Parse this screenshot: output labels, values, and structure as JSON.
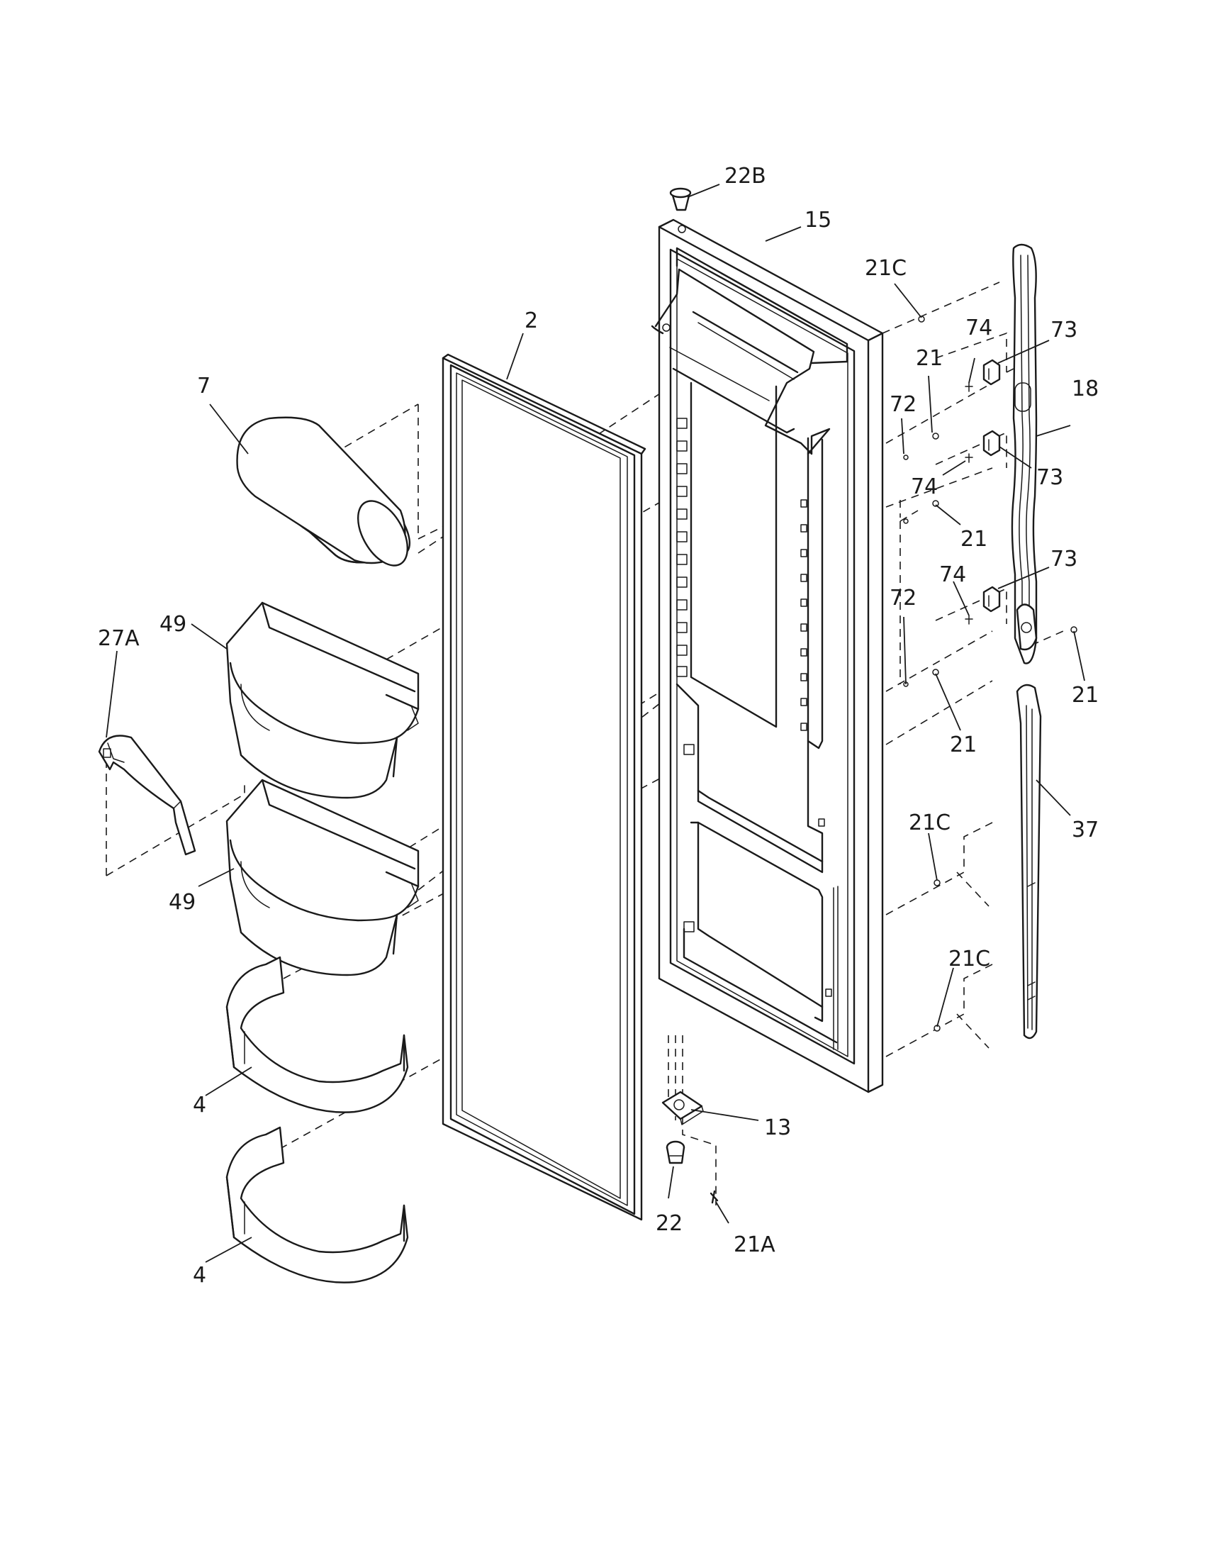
{
  "callouts": {
    "c22B": "22B",
    "c15": "15",
    "c21C_top": "21C",
    "c2": "2",
    "c74_a": "74",
    "c73_a": "73",
    "c7": "7",
    "c21_a": "21",
    "c18": "18",
    "c72_a": "72",
    "c74_b": "74",
    "c73_b": "73",
    "c21_b": "21",
    "c73_c": "73",
    "c74_c": "74",
    "c72_b": "72",
    "c27A": "27A",
    "c49_a": "49",
    "c21_c": "21",
    "c21_d": "21",
    "c37": "37",
    "c21C_mid": "21C",
    "c49_b": "49",
    "c21C_low": "21C",
    "c4_a": "4",
    "c13": "13",
    "c22": "22",
    "c21A": "21A",
    "c4_b": "4"
  }
}
